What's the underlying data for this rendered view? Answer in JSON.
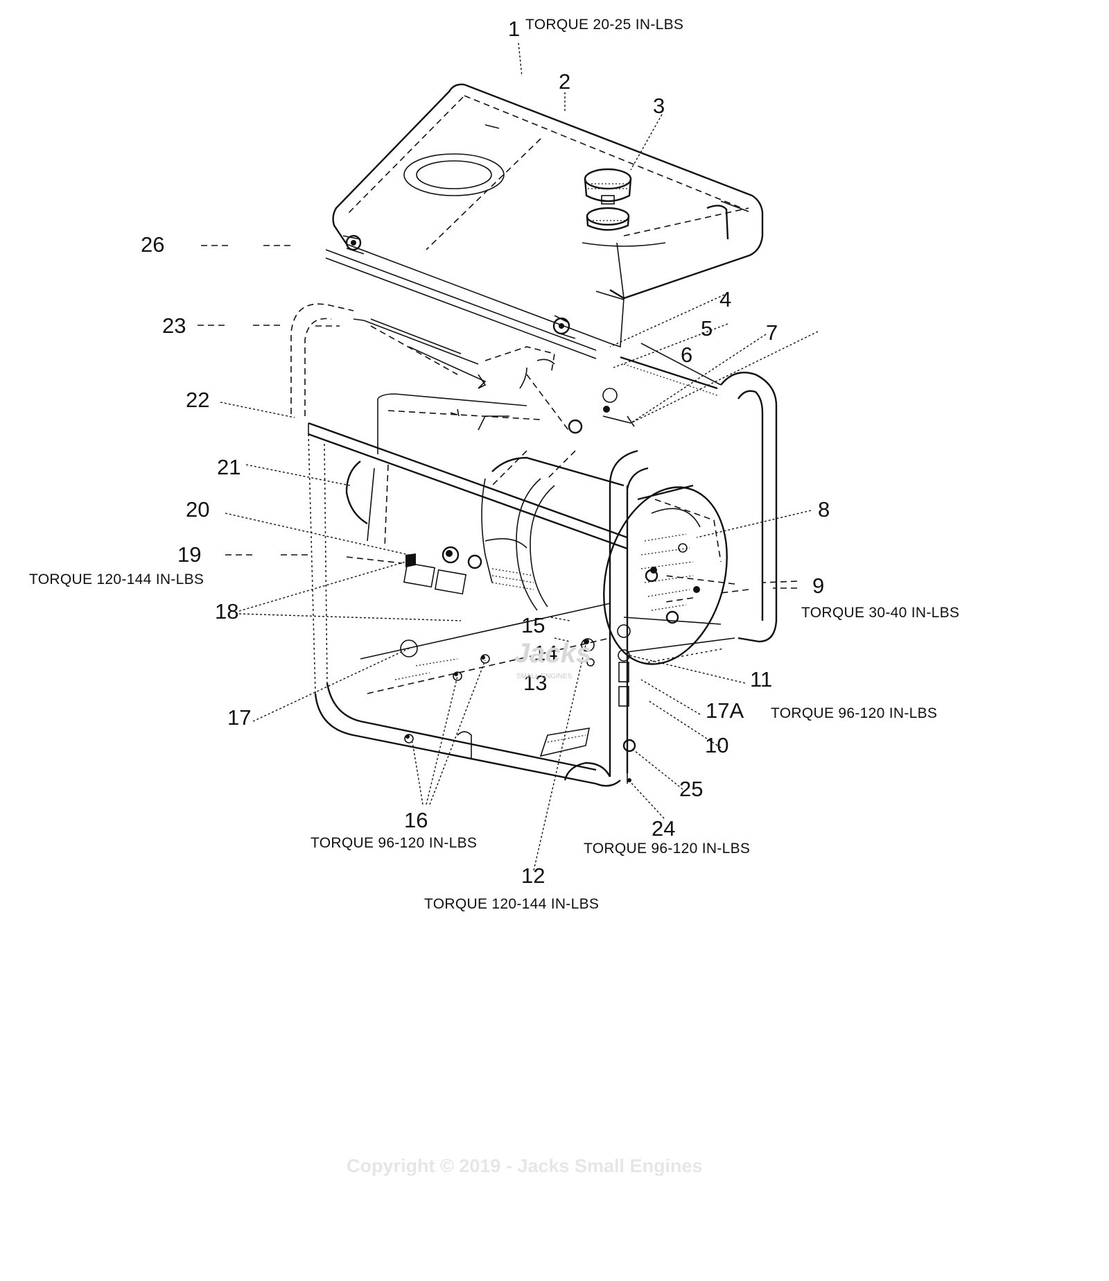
{
  "callouts": {
    "c1": "1",
    "c2": "2",
    "c3": "3",
    "c4": "4",
    "c5": "5",
    "c6": "6",
    "c7": "7",
    "c8": "8",
    "c9": "9",
    "c10": "10",
    "c11": "11",
    "c12": "12",
    "c13": "13",
    "c14": "14",
    "c15": "15",
    "c16": "16",
    "c17": "17",
    "c17a": "17A",
    "c18": "18",
    "c19": "19",
    "c20": "20",
    "c21": "21",
    "c22": "22",
    "c23": "23",
    "c24": "24",
    "c25": "25",
    "c26": "26"
  },
  "torque_notes": {
    "t1": "TORQUE 20-25 IN-LBS",
    "t19": "TORQUE 120-144 IN-LBS",
    "t9": "TORQUE 30-40 IN-LBS",
    "t17a": "TORQUE 96-120 IN-LBS",
    "t16": "TORQUE 96-120 IN-LBS",
    "t24": "TORQUE 96-120 IN-LBS",
    "t12": "TORQUE 120-144 IN-LBS"
  },
  "watermark": {
    "logo": "Jacks",
    "tagline": "SMALL ENGINES",
    "copyright": "Copyright © 2019 - Jacks Small Engines"
  },
  "colors": {
    "line": "#111111",
    "background": "#ffffff",
    "watermark": "#d8d8d8"
  }
}
